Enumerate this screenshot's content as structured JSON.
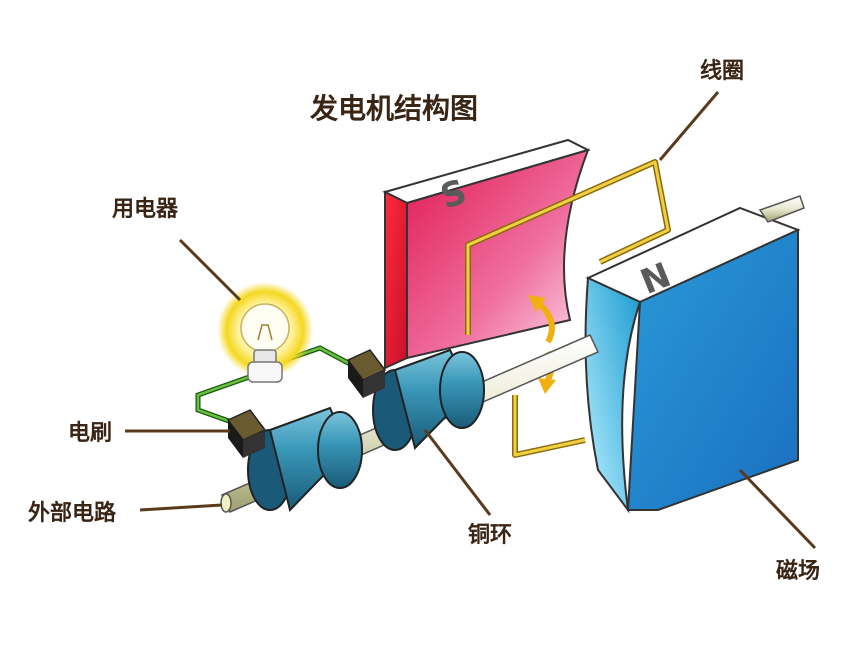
{
  "diagram": {
    "title": "发电机结构图",
    "labels": {
      "coil": "线圈",
      "appliance": "用电器",
      "brush": "电刷",
      "external_circuit": "外部电路",
      "copper_ring": "铜环",
      "magnetic_field": "磁场"
    },
    "poles": {
      "south": "S",
      "north": "N"
    },
    "colors": {
      "south_magnet": "#e0203a",
      "north_magnet": "#3ab0e8",
      "rings": "#2f8fb0",
      "label_lines": "#5a3a1c",
      "coil_wire": "#c8a020",
      "circuit_wire": "#3a9a30",
      "arrow": "#f0b010"
    }
  }
}
